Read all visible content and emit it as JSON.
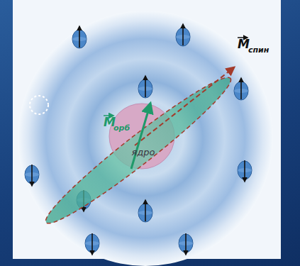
{
  "diagram": {
    "nodes": [
      {
        "text": [
          "ядро"
        ]
      }
    ],
    "labels": [
      "M",
      "орб",
      "M",
      "спин"
    ]
  }
}
